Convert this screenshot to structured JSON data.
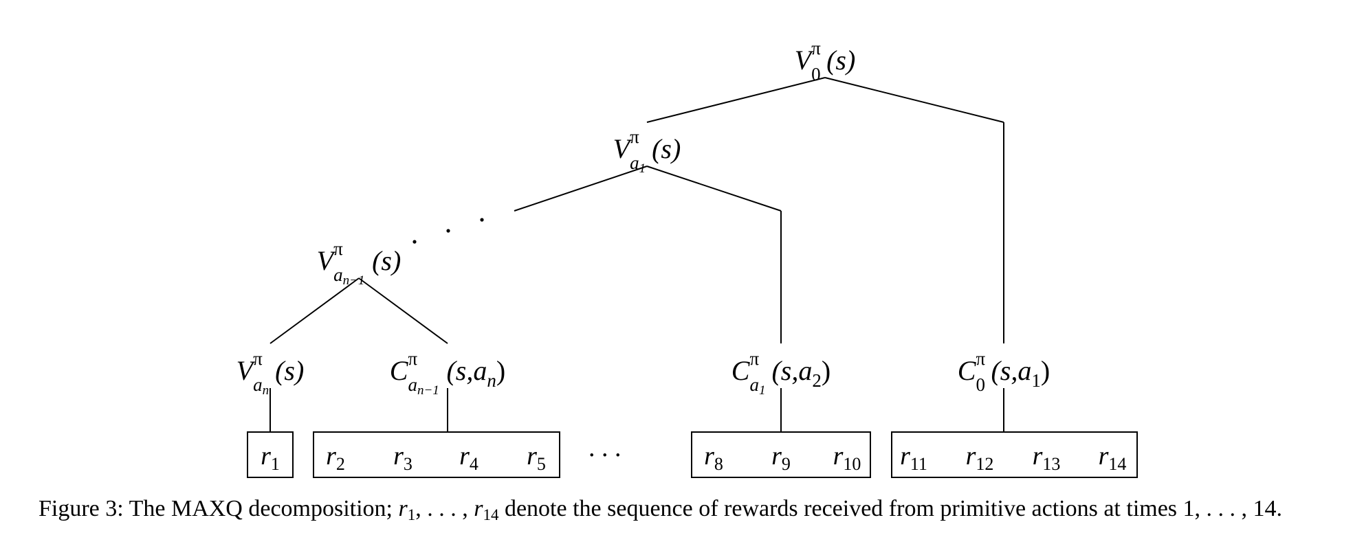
{
  "nodes": {
    "v0": {
      "base": "V",
      "sup": "π",
      "sub": "0",
      "arg": "(s)"
    },
    "va1": {
      "base": "V",
      "sup": "π",
      "sub": "a",
      "sub2": "1",
      "arg": "(s)"
    },
    "van1": {
      "base": "V",
      "sup": "π",
      "sub": "a",
      "sub2": "n−1",
      "arg": "(s)"
    },
    "van": {
      "base": "V",
      "sup": "π",
      "sub": "a",
      "sub2": "n",
      "arg": "(s)"
    },
    "can1": {
      "base": "C",
      "sup": "π",
      "sub": "a",
      "sub2": "n−1",
      "arg_pre": "(s,",
      "arg_var": "a",
      "arg_sub": "n",
      "arg_post": ")"
    },
    "ca1": {
      "base": "C",
      "sup": "π",
      "sub": "a",
      "sub2": "1",
      "arg_pre": "(s,",
      "arg_var": "a",
      "arg_sub": "2",
      "arg_post": ")"
    },
    "c0": {
      "base": "C",
      "sup": "π",
      "sub": "0",
      "arg_pre": "(s,",
      "arg_var": "a",
      "arg_sub": "1",
      "arg_post": ")"
    }
  },
  "rewards": [
    {
      "var": "r",
      "idx": "1"
    },
    {
      "var": "r",
      "idx": "2"
    },
    {
      "var": "r",
      "idx": "3"
    },
    {
      "var": "r",
      "idx": "4"
    },
    {
      "var": "r",
      "idx": "5"
    },
    {
      "var": "r",
      "idx": "8"
    },
    {
      "var": "r",
      "idx": "9"
    },
    {
      "var": "r",
      "idx": "10"
    },
    {
      "var": "r",
      "idx": "11"
    },
    {
      "var": "r",
      "idx": "12"
    },
    {
      "var": "r",
      "idx": "13"
    },
    {
      "var": "r",
      "idx": "14"
    }
  ],
  "ellipsis": ". . .",
  "caption": {
    "prefix": "Figure 3: The MAXQ decomposition; ",
    "r": "r",
    "r1_sub": "1",
    "mid": ", . . . , ",
    "r14_sub": "14",
    "suffix": " denote the sequence of rewards received from primitive actions at times 1, . . . , 14."
  }
}
